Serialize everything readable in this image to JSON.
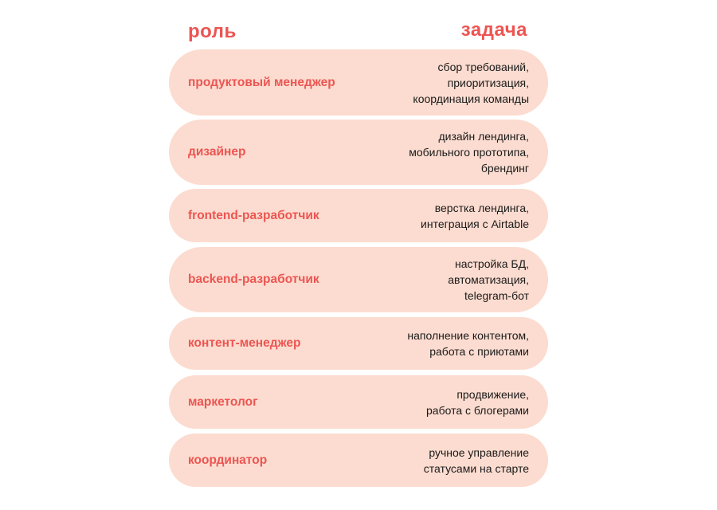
{
  "header": {
    "role_label": "роль",
    "task_label": "задача"
  },
  "colors": {
    "accent": "#ec5552",
    "row_background": "#fcdcd0",
    "text": "#1a1a1a"
  },
  "rows": [
    {
      "role": "продуктовый менеджер",
      "task": [
        "сбор требований,",
        "приоритизация,",
        "координация команды"
      ]
    },
    {
      "role": "дизайнер",
      "task": [
        "дизайн лендинга,",
        "мобильного прототипа,",
        "брендинг"
      ]
    },
    {
      "role": "frontend-разработчик",
      "task": [
        "верстка лендинга,",
        "интеграция с Airtable"
      ]
    },
    {
      "role": "backend-разработчик",
      "task": [
        "настройка БД,",
        "автоматизация,",
        "telegram-бот"
      ]
    },
    {
      "role": "контент-менеджер",
      "task": [
        "наполнение контентом,",
        "работа с приютами"
      ]
    },
    {
      "role": "маркетолог",
      "task": [
        "продвижение,",
        "работа с блогерами"
      ]
    },
    {
      "role": "координатор",
      "task": [
        "ручное управление",
        "статусами на старте"
      ]
    }
  ]
}
